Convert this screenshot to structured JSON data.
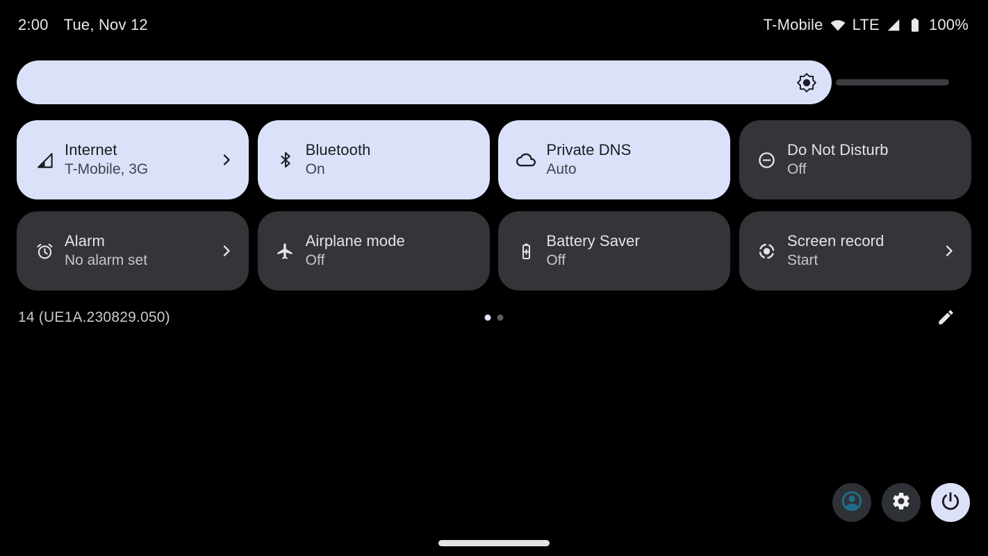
{
  "status_bar": {
    "time": "2:00",
    "date": "Tue, Nov 12",
    "carrier": "T-Mobile",
    "network_type": "LTE",
    "battery_percent": "100%"
  },
  "brightness_slider": {
    "level_percent": 87
  },
  "tiles": [
    {
      "id": "internet",
      "title": "Internet",
      "subtitle": "T-Mobile, 3G",
      "state": "active",
      "has_chevron": true,
      "icon": "cellular-signal-icon"
    },
    {
      "id": "bluetooth",
      "title": "Bluetooth",
      "subtitle": "On",
      "state": "active",
      "has_chevron": false,
      "icon": "bluetooth-icon"
    },
    {
      "id": "private-dns",
      "title": "Private DNS",
      "subtitle": "Auto",
      "state": "active",
      "has_chevron": false,
      "icon": "cloud-icon"
    },
    {
      "id": "do-not-disturb",
      "title": "Do Not Disturb",
      "subtitle": "Off",
      "state": "inactive",
      "has_chevron": false,
      "icon": "do-not-disturb-icon"
    },
    {
      "id": "alarm",
      "title": "Alarm",
      "subtitle": "No alarm set",
      "state": "inactive",
      "has_chevron": true,
      "icon": "alarm-icon"
    },
    {
      "id": "airplane-mode",
      "title": "Airplane mode",
      "subtitle": "Off",
      "state": "inactive",
      "has_chevron": false,
      "icon": "airplane-icon"
    },
    {
      "id": "battery-saver",
      "title": "Battery Saver",
      "subtitle": "Off",
      "state": "inactive",
      "has_chevron": false,
      "icon": "battery-saver-icon"
    },
    {
      "id": "screen-record",
      "title": "Screen record",
      "subtitle": "Start",
      "state": "inactive",
      "has_chevron": true,
      "icon": "screen-record-icon"
    }
  ],
  "footer": {
    "build_number": "14 (UE1A.230829.050)",
    "page_dots": {
      "count": 2,
      "active_index": 0
    }
  },
  "colors": {
    "background": "#000000",
    "accent_light": "#dbe1f9",
    "tile_dark": "#333539",
    "light_tile_text": "#1b1c20",
    "dark_tile_text": "#e4e4e8",
    "avatar_icon_teal": "#1f6c87",
    "slider_track": "#3c3c40"
  }
}
